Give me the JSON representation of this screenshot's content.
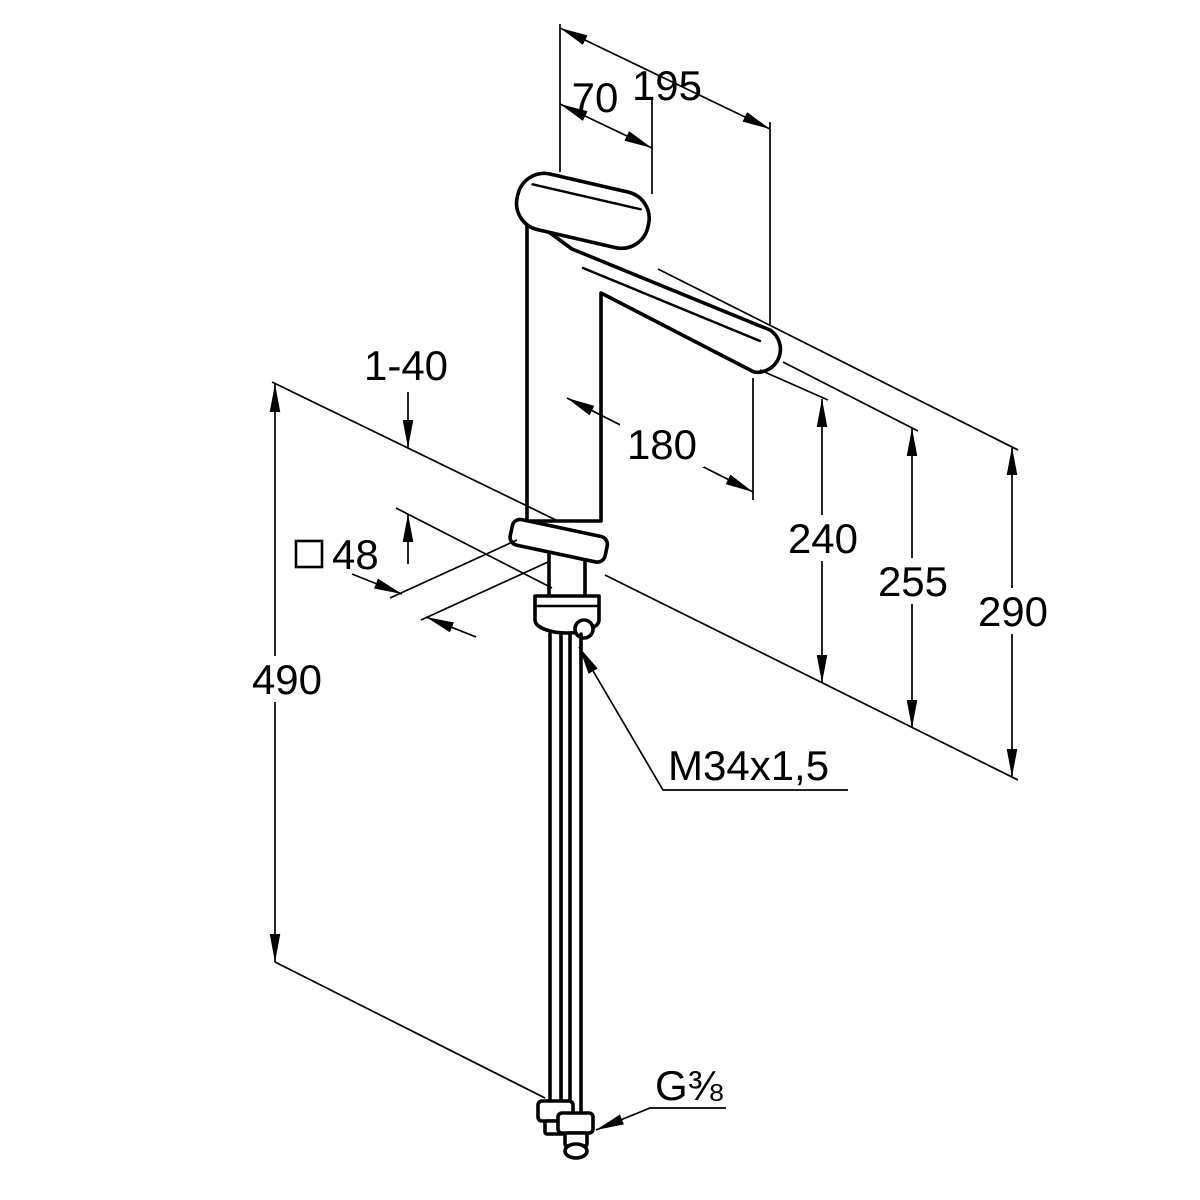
{
  "drawing": {
    "subject": "single-lever high-spout basin mixer tap dimensional drawing",
    "units": "mm",
    "colors": {
      "line": "#000000",
      "background": "#ffffff"
    },
    "labels": {
      "d195": "195",
      "d70": "70",
      "d1_40": "1-40",
      "d180": "180",
      "d240": "240",
      "d255": "255",
      "d290": "290",
      "d490": "490",
      "base_square": "48",
      "thread": "M34x1,5",
      "connection": "G⅜"
    },
    "symbols": {
      "square_icon": "square-outline"
    }
  }
}
